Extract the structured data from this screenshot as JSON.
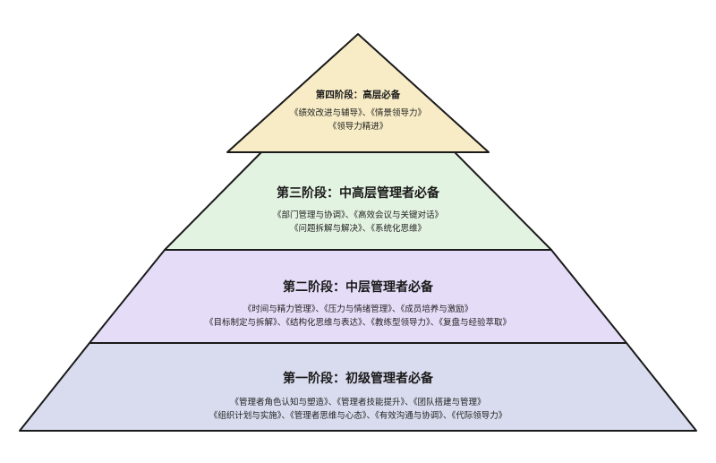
{
  "colors": {
    "stage4_fill": "#f8ecc6",
    "stage3_fill": "#e3f3e1",
    "stage2_fill": "#e5ddf8",
    "stage1_fill": "#d8dcee",
    "outline": "#1a1a1a"
  },
  "stages": {
    "stage4": {
      "title": "第四阶段：高层必备",
      "line1": "《绩效改进与辅导》、《情景领导力》",
      "line2": "《领导力精进》"
    },
    "stage3": {
      "title": "第三阶段：中高层管理者必备",
      "line1": "《部门管理与协调》、《高效会议与关键对话》",
      "line2": "《问题拆解与解决》、《系统化思维》"
    },
    "stage2": {
      "title": "第二阶段：中层管理者必备",
      "line1": "《时间与精力管理》、《压力与情绪管理》、《成员培养与激励》",
      "line2": "《目标制定与拆解》、《结构化思维与表达》、《教练型领导力》、《复盘与经验萃取》"
    },
    "stage1": {
      "title": "第一阶段：初级管理者必备",
      "line1": "《管理者角色认知与塑造》、《管理者技能提升》、《团队搭建与管理》",
      "line2": "《组织计划与实施》、《管理者思维与心态》、《有效沟通与协调》、《代际领导力》"
    }
  }
}
